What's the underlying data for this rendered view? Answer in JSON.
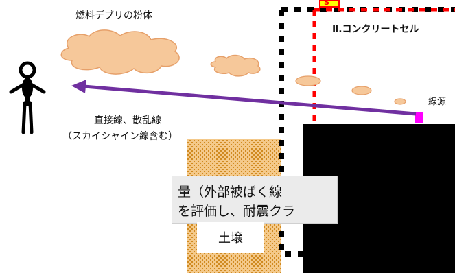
{
  "labels": {
    "fuel_debris_powder": "燃料デブリの粉体",
    "direct_scatter_line1": "直接線、散乱線",
    "direct_scatter_line2": "（スカイシャイン線含む）",
    "concrete_cell": "Ⅱ.コンクリートセル",
    "source": "線源",
    "soil": "土壌",
    "cell_marker": "S"
  },
  "infobox": {
    "line1": "量（外部被ばく線",
    "line2": "を評価し、耐震クラ"
  },
  "colors": {
    "cloud_fill": "#f6c89a",
    "cloud_stroke": "#e6a06a",
    "arrow": "#7030a0",
    "red_dash": "#ff0000",
    "black_dash": "#000000",
    "soil": "#e0a040",
    "source_marker": "#ff00ff",
    "block": "#000000",
    "marker_yellow": "#ffff00"
  },
  "icons": {
    "person": "person-icon",
    "arrow": "radiation-arrow"
  }
}
